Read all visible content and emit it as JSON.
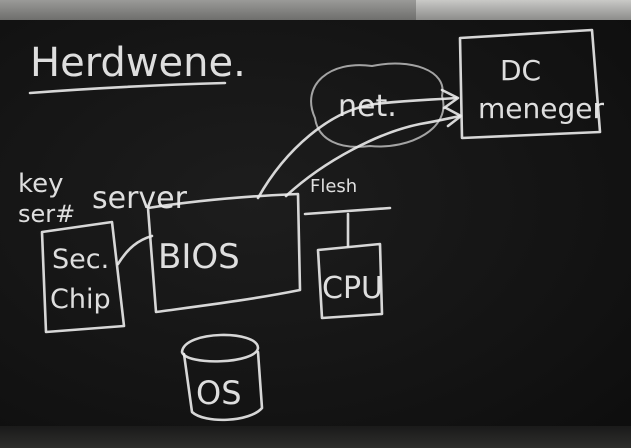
{
  "labels": {
    "heading": "Herdwene.",
    "net": "net.",
    "dc_line1": "DC",
    "dc_line2": "meneger",
    "key_line1": "key",
    "key_line2": "ser#",
    "server": "server",
    "sec_line1": "Sec.",
    "sec_line2": "Chip",
    "bios": "BIOS",
    "flash": "Flesh",
    "cpu": "CPU",
    "os": "OS"
  },
  "colors": {
    "board": "#141414",
    "chalk": "#ececec",
    "frame": "#8a8a88"
  }
}
